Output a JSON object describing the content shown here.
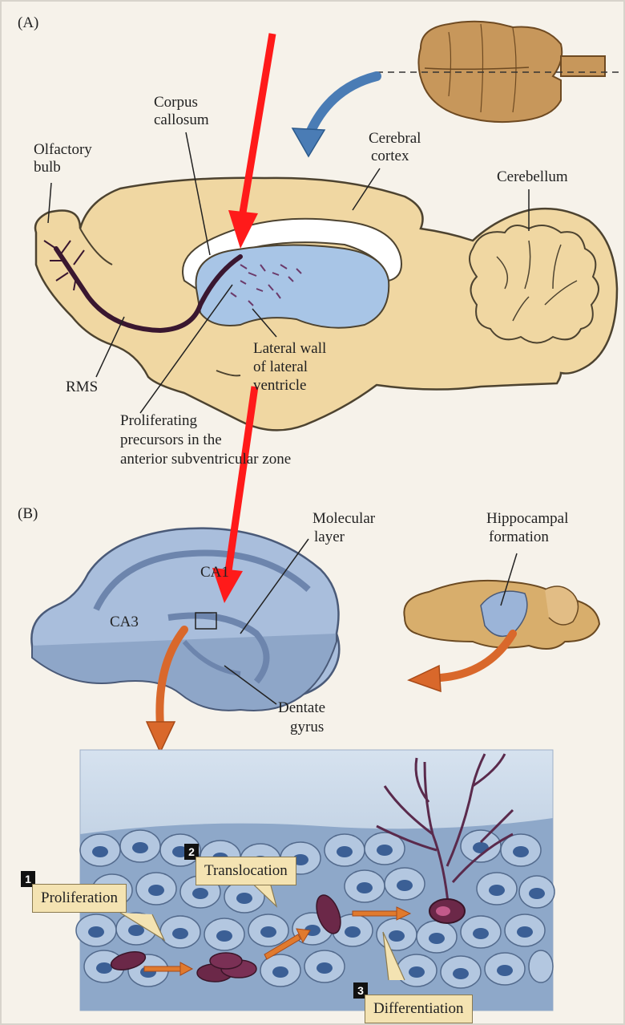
{
  "panels": {
    "a": "(A)",
    "b": "(B)"
  },
  "labels": {
    "olfactory_bulb": [
      "Olfactory",
      "bulb"
    ],
    "corpus_callosum": [
      "Corpus",
      "callosum"
    ],
    "cerebral_cortex": [
      "Cerebral",
      "cortex"
    ],
    "cerebellum": "Cerebellum",
    "lateral_wall": [
      "Lateral wall",
      "of lateral",
      "ventricle"
    ],
    "rms": "RMS",
    "proliferating_precursors": [
      "Proliferating",
      "precursors in the",
      "anterior subventricular zone"
    ],
    "molecular_layer": [
      "Molecular",
      "layer"
    ],
    "hippocampal_formation": [
      "Hippocampal",
      "formation"
    ],
    "ca1": "CA1",
    "ca3": "CA3",
    "dentate_gyrus": [
      "Dentate",
      "gyrus"
    ]
  },
  "steps": [
    {
      "number": "1",
      "label": "Proliferation"
    },
    {
      "number": "2",
      "label": "Translocation"
    },
    {
      "number": "3",
      "label": "Differentiation"
    }
  ],
  "colors": {
    "brain_fill": "#f0d7a2",
    "ventricle_blue": "#a8c5e6",
    "hippocampus_blue": "#a9bedc",
    "rms_path": "#3a1730",
    "orange_arrow": "#d9682b",
    "red_annotation": "#ff1a1a",
    "callout_fill": "#f4e3b2"
  }
}
